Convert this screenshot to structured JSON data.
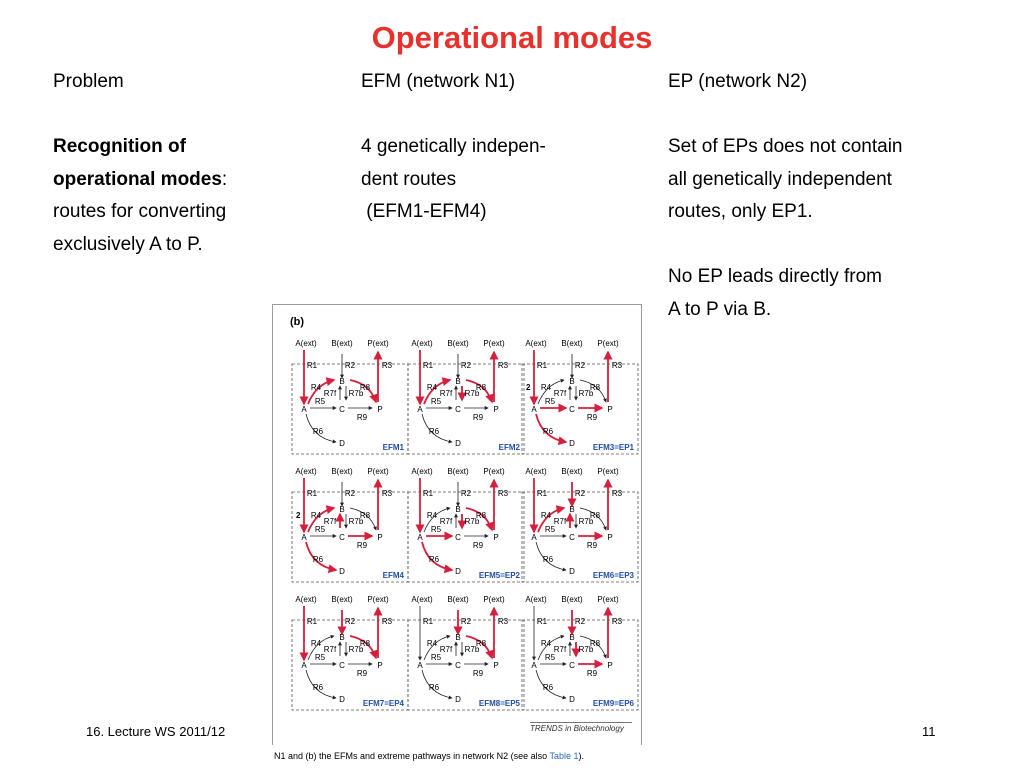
{
  "title": "Operational modes",
  "columns": {
    "problem": {
      "header": "Problem",
      "bold_1": "Recognition of",
      "bold_2": "operational modes",
      "colon": ":",
      "line_3": "routes for converting",
      "line_4": "exclusively A to P."
    },
    "efm": {
      "header": "EFM (network N1)",
      "line_1": "4 genetically indepen-",
      "line_2": "dent routes",
      "line_3": " (EFM1-EFM4)"
    },
    "ep": {
      "header": "EP (network N2)",
      "line_1": "Set of EPs does not contain",
      "line_2": "all genetically independent",
      "line_3": "routes, only EP1.",
      "line_4": "No EP leads directly from",
      "line_5": "A to P via B."
    }
  },
  "figure": {
    "label": "(b)",
    "source": "TRENDS in Biotechnology",
    "caption_pre": "N1 and (b) the EFMs and extreme pathways in network N2 (see also ",
    "caption_link": "Table 1",
    "caption_post": ").",
    "node_labels": {
      "a_ext": "A(ext)",
      "b_ext": "B(ext)",
      "p_ext": "P(ext)",
      "a": "A",
      "b": "B",
      "c": "C",
      "p": "P",
      "d": "D"
    },
    "reaction_labels": {
      "r1": "R1",
      "r2": "R2",
      "r3": "R3",
      "r4": "R4",
      "r5": "R5",
      "r6": "R6",
      "r7f": "R7f",
      "r7b": "R7b",
      "r8": "R8",
      "r9": "R9"
    },
    "highlight_color": "#d61f3c",
    "panels": [
      {
        "name": "EFM1",
        "badge": "",
        "active": [
          "r1",
          "r3",
          "r4",
          "r8"
        ]
      },
      {
        "name": "EFM2",
        "badge": "",
        "active": [
          "r1",
          "r3",
          "r4",
          "r7b",
          "r8"
        ]
      },
      {
        "name": "EFM3=EP1",
        "badge": "2",
        "active": [
          "r1",
          "r3",
          "r5",
          "r6",
          "r9"
        ]
      },
      {
        "name": "EFM4",
        "badge": "2",
        "active": [
          "r1",
          "r3",
          "r4",
          "r7f",
          "r6",
          "r9"
        ]
      },
      {
        "name": "EFM5=EP2",
        "badge": "",
        "active": [
          "r1",
          "r3",
          "r5",
          "r7b",
          "r8",
          "r6"
        ]
      },
      {
        "name": "EFM6=EP3",
        "badge": "",
        "active": [
          "r1",
          "r2",
          "r3",
          "r4",
          "r7f",
          "r9"
        ]
      },
      {
        "name": "EFM7=EP4",
        "badge": "",
        "active": [
          "r1",
          "r2",
          "r3",
          "r8"
        ]
      },
      {
        "name": "EFM8=EP5",
        "badge": "",
        "active": [
          "r2",
          "r3",
          "r8"
        ]
      },
      {
        "name": "EFM9=EP6",
        "badge": "",
        "active": [
          "r2",
          "r3",
          "r9",
          "r7b"
        ]
      }
    ]
  },
  "footer": {
    "left": "16. Lecture WS 2011/12",
    "page": "11"
  }
}
